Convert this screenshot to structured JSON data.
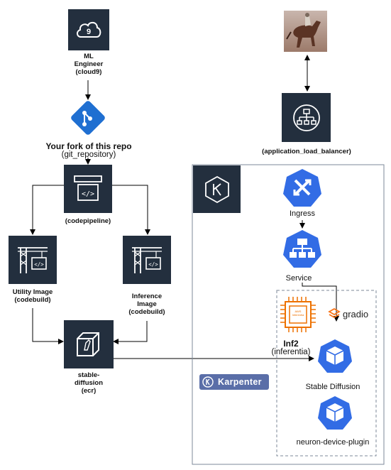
{
  "nodes": {
    "cloud9": {
      "label": "ML\nEngineer\n(cloud9)"
    },
    "git": {
      "title": "Your fork of this repo",
      "subtitle": "(git_repository)"
    },
    "codepipeline": {
      "label": "(codepipeline)"
    },
    "utility": {
      "label": "Utility Image\n(codebuild)"
    },
    "inference": {
      "label": "Inference\nImage\n(codebuild)"
    },
    "ecr": {
      "label": "stable-\ndiffusion\n(ecr)"
    },
    "alb": {
      "label": "(application_load_balancer)"
    },
    "ingress": {
      "label": "Ingress"
    },
    "service": {
      "label": "Service"
    },
    "inf2": {
      "title": "Inf2",
      "subtitle": "(inferentia)",
      "chip_text": "AWS\nInferentia"
    },
    "gradio": {
      "label": "gradio"
    },
    "stable_diffusion": {
      "label": "Stable Diffusion"
    },
    "neuron_plugin": {
      "label": "neuron-device-plugin"
    },
    "karpenter": {
      "label": "Karpenter"
    }
  },
  "colors": {
    "aws_dark": "#232f3e",
    "k8s_blue": "#326ce5",
    "git_blue": "#1f6fd1",
    "inferentia_orange": "#ed7100",
    "karpenter_bg": "#5a6ea8",
    "gradio_orange": "#f97316"
  },
  "icons": {
    "cloud9": "cloud9-icon",
    "git": "git-icon",
    "codepipeline": "codepipeline-icon",
    "codebuild": "codebuild-crane-icon",
    "ecr": "ecr-cube-icon",
    "alb": "load-balancer-icon",
    "eks": "eks-icon",
    "ingress": "ingress-icon",
    "service": "service-icon",
    "pod": "pod-cube-icon",
    "inferentia": "inferentia-chip-icon",
    "horse": "horse-rider-image"
  }
}
